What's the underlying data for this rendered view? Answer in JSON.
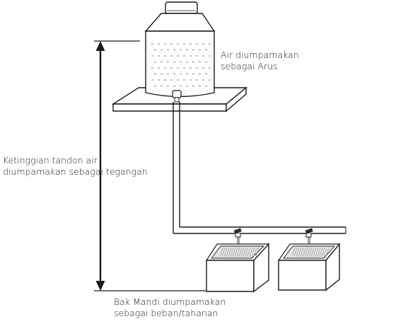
{
  "colors": {
    "ink": "#1a1a1a",
    "paper": "#ffffff",
    "shade": "#8a8a8a",
    "tank_fill": "#fdfdfd"
  },
  "labels": {
    "current": {
      "line1": "Air diumpamakan",
      "line2": "sebagai Arus"
    },
    "voltage": {
      "line1": "Ketinggian tandon air",
      "line2": "diumpamakan sebagai tegangan"
    },
    "resistance": {
      "line1": "Bak Mandi diumpamakan",
      "line2": "sebagai beban/tahanan"
    }
  }
}
